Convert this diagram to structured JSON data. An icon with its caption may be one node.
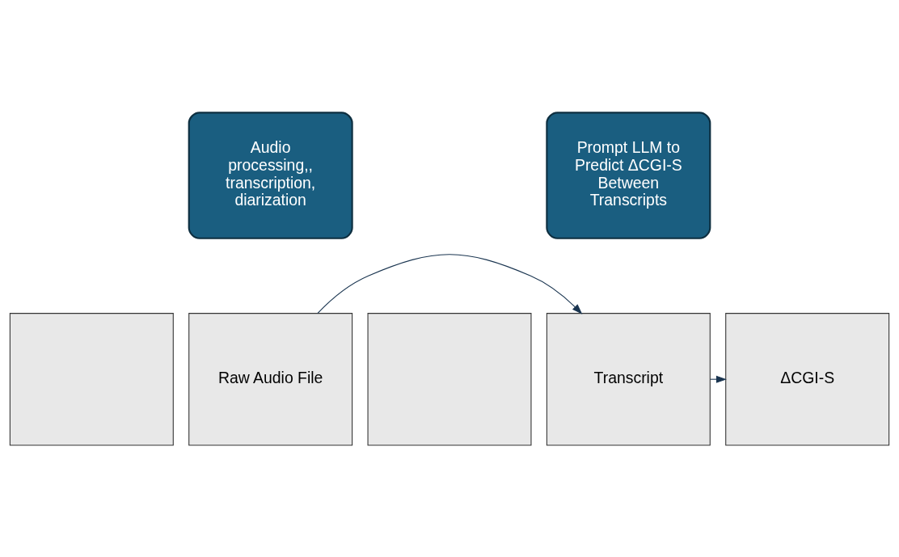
{
  "diagram": {
    "nodes": [
      {
        "text": [
          "Audio processing,, transcription, diarization"
        ]
      },
      {
        "text": [
          "Prompt LLM to Predict ΔCGI-S Between Transcripts"
        ]
      },
      {
        "text": [],
        "shape": "box"
      },
      {
        "text": [
          "Raw Audio File"
        ]
      },
      {
        "text": [],
        "shape": "box"
      },
      {
        "text": [
          "Transcript"
        ]
      },
      {
        "text": [
          "ΔCGI-S"
        ]
      }
    ],
    "edges": [
      {
        "from": 3,
        "to": 5,
        "arrow": "to"
      },
      {
        "from": 5,
        "to": 6,
        "arrow": "to"
      }
    ]
  }
}
